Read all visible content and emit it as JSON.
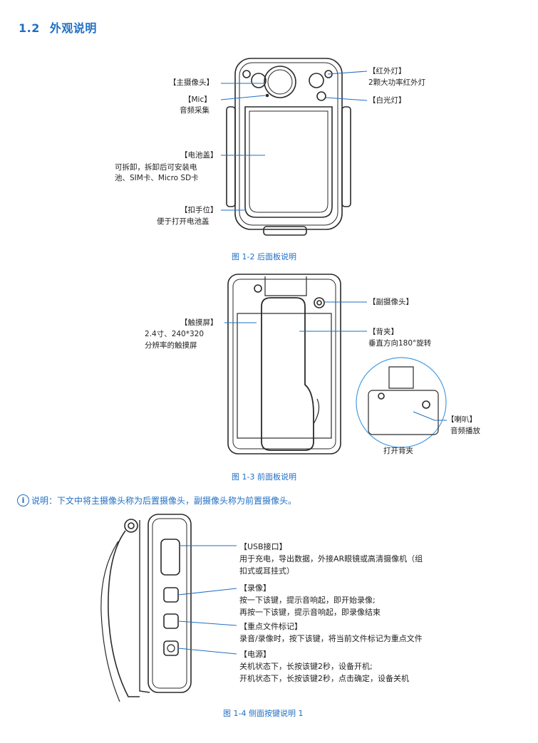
{
  "section": {
    "number": "1.2",
    "title": "外观说明"
  },
  "fig2": {
    "caption": "图  1-2    后面板说明",
    "main_camera": "【主摄像头】",
    "mic_title": "【Mic】",
    "mic_desc": "音频采集",
    "battery_title": "【电池盖】",
    "battery_desc1": "可拆卸，拆卸后可安装电",
    "battery_desc2": "池、SIM卡、Micro SD卡",
    "grip_title": "【扣手位】",
    "grip_desc": "便于打开电池盖",
    "ir_title": "【红外灯】",
    "ir_desc": "2颗大功率红外灯",
    "white_light": "【白光灯】"
  },
  "fig3": {
    "caption": "图  1-3    前面板说明",
    "sub_camera": "【副摄像头】",
    "touch_title": "【触摸屏】",
    "touch_desc1": "2.4寸、240*320",
    "touch_desc2": "分辨率的触摸屏",
    "clip_title": "【背夹】",
    "clip_desc": "垂直方向180°旋转",
    "speaker_title": "【喇叭】",
    "speaker_desc": "音频播放",
    "open_clip": "打开背夹"
  },
  "note": {
    "text": "说明：下文中将主摄像头称为后置摄像头，副摄像头称为前置摄像头。"
  },
  "fig4": {
    "caption": "图  1-4    侧面按键说明 1",
    "usb_title": "【USB接口】",
    "usb_desc1": "用于充电，导出数据，外接AR眼镜或高清摄像机（组",
    "usb_desc2": "扣式或耳挂式）",
    "rec_title": "【录像】",
    "rec_desc1": "按一下该键，提示音响起，即开始录像;",
    "rec_desc2": "再按一下该键，提示音响起，即录像结束",
    "mark_title": "【重点文件标记】",
    "mark_desc": "录音/录像时，按下该键，将当前文件标记为重点文件",
    "power_title": "【电源】",
    "power_desc1": "关机状态下，长按该键2秒，设备开机;",
    "power_desc2": "开机状态下，长按该键2秒，点击确定，设备关机"
  }
}
